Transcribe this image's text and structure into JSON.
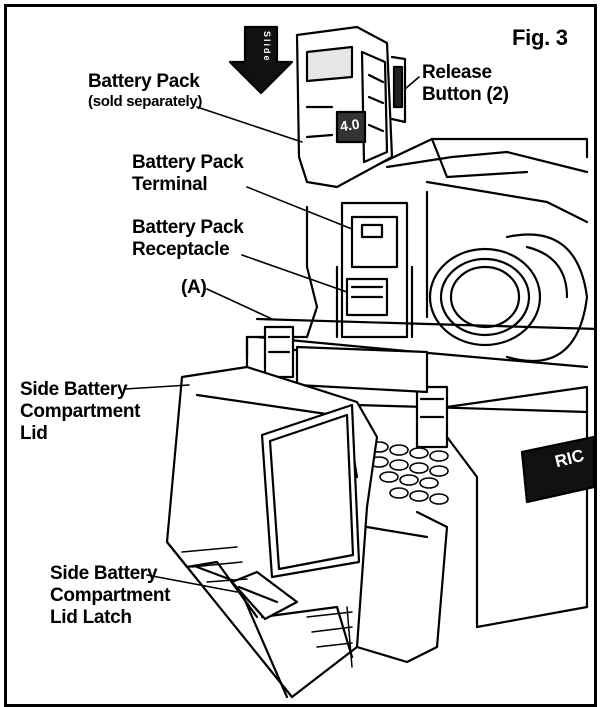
{
  "figure": {
    "number": "Fig. 3",
    "slide_arrow_text": "Slide",
    "battery_readout": "4.0",
    "brand_fragment": "RIC"
  },
  "callouts": [
    {
      "id": "battery-pack",
      "lines": [
        "Battery Pack"
      ],
      "sub": "(sold separately)"
    },
    {
      "id": "release-button",
      "lines": [
        "Release",
        "Button (2)"
      ]
    },
    {
      "id": "battery-pack-terminal",
      "lines": [
        "Battery Pack",
        "Terminal"
      ]
    },
    {
      "id": "battery-pack-receptacle",
      "lines": [
        "Battery Pack",
        "Receptacle"
      ]
    },
    {
      "id": "label-a",
      "lines": [
        "(A)"
      ]
    },
    {
      "id": "side-battery-compartment-lid",
      "lines": [
        "Side Battery",
        "Compartment",
        "Lid"
      ]
    },
    {
      "id": "side-battery-compartment-lid-latch",
      "lines": [
        "Side Battery",
        "Compartment",
        "Lid Latch"
      ]
    }
  ]
}
